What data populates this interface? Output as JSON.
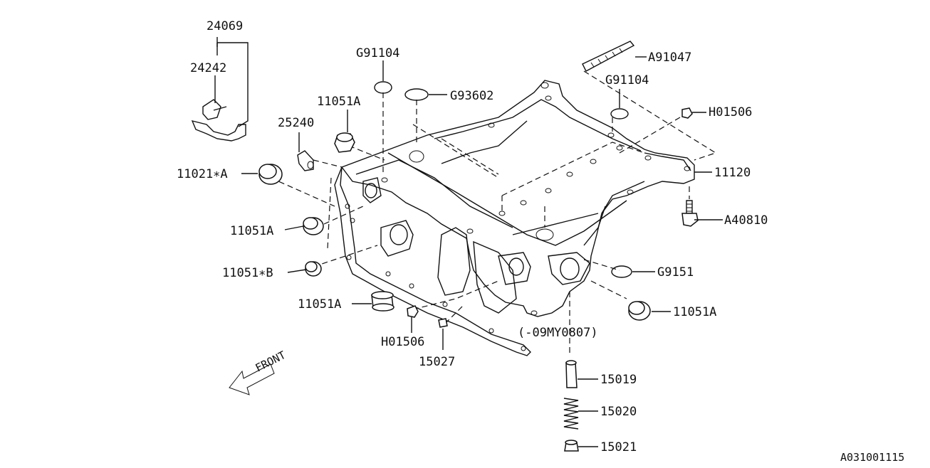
{
  "diagram_id": "A031001115",
  "front_label": "FRONT",
  "note": "(-09MY0807)",
  "parts": {
    "p24069": "24069",
    "p24242": "24242",
    "p25240": "25240",
    "p11021a": "11021∗A",
    "p11051a_1": "11051A",
    "p11051a_2": "11051A",
    "p11051b": "11051∗B",
    "p11051a_3": "11051A",
    "p11051a_4": "11051A",
    "pg91104_1": "G91104",
    "pg93602": "G93602",
    "pa91047": "A91047",
    "pg91104_2": "G91104",
    "ph01506_1": "H01506",
    "p11120": "11120",
    "pa40810": "A40810",
    "pg9151": "G9151",
    "ph01506_2": "H01506",
    "p15027": "15027",
    "p15019": "15019",
    "p15020": "15020",
    "p15021": "15021"
  }
}
